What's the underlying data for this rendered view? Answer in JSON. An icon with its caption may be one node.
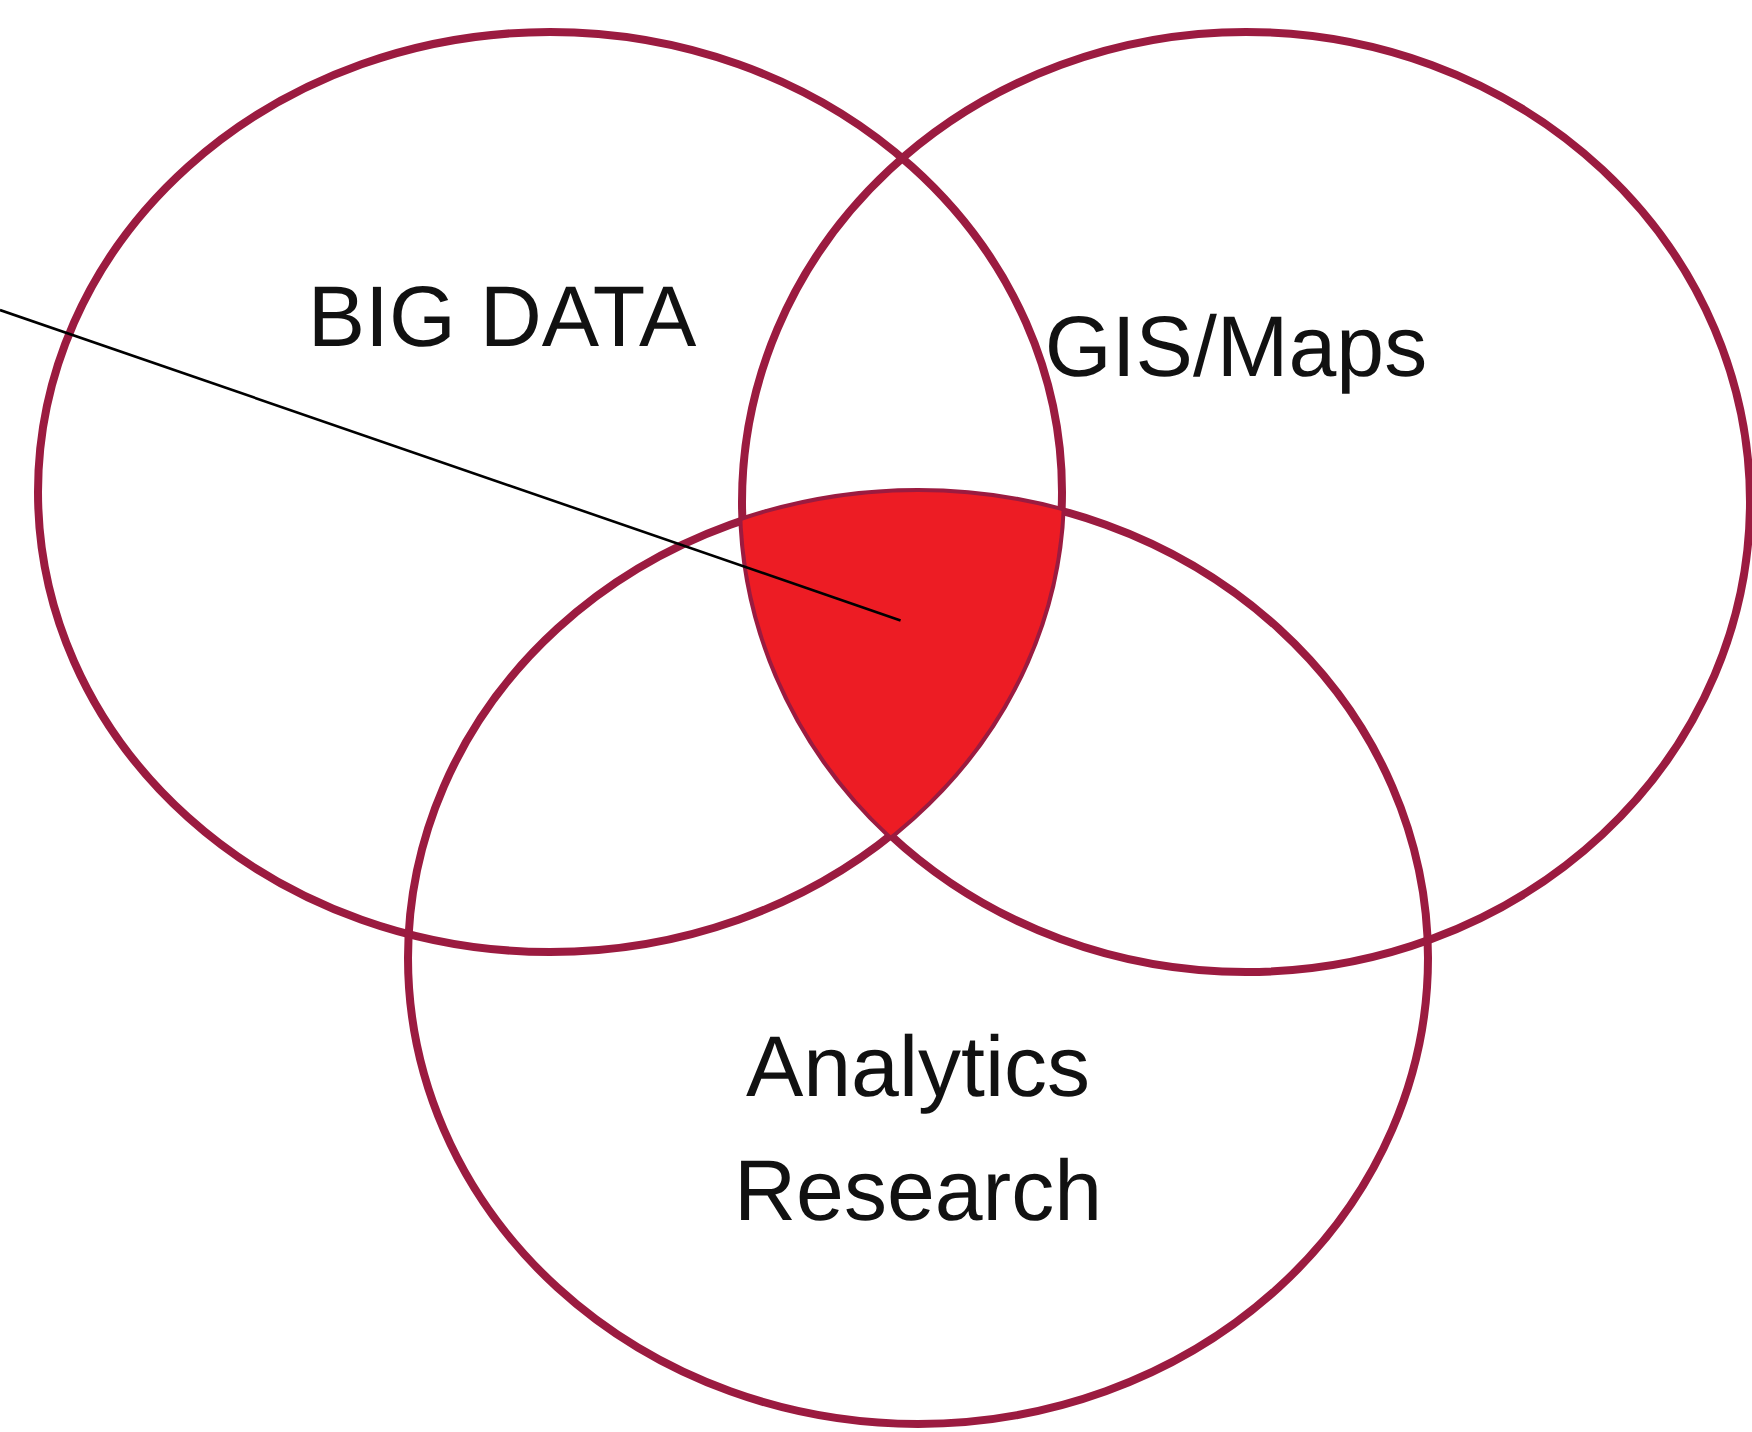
{
  "diagram": {
    "nodes": [
      {
        "text": [
          "BIG DATA"
        ]
      },
      {
        "text": [
          "GIS/Maps"
        ]
      },
      {
        "text": [
          "Analytics Research"
        ]
      },
      {
        "text": [],
        "shape": "triangle"
      }
    ],
    "edges": [
      {
        "from": null,
        "to": 3,
        "arrow": "none"
      }
    ]
  }
}
